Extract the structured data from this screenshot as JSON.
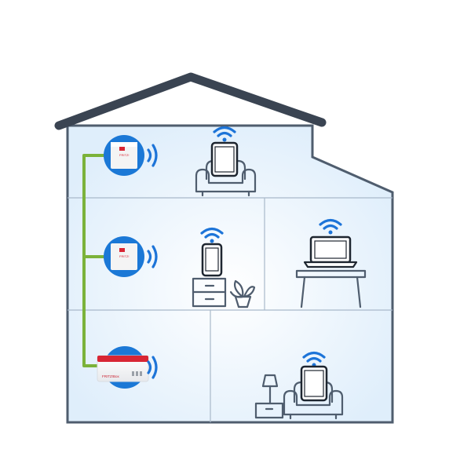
{
  "device_labels": {
    "repeater_top": "FRITZ!",
    "repeater_middle": "FRITZ!",
    "router": "FRITZ!Box"
  },
  "colors": {
    "roof": "#3a4452",
    "wall": "#4f5d6e",
    "room_fill": "#e6f1fb",
    "room_glow": "#ffffff",
    "cable": "#7bb23a",
    "wifi": "#1d74d8",
    "device_red": "#d82634",
    "circle_blue": "#1b78d6"
  },
  "icons": [
    "wifi-icon",
    "tablet-icon",
    "phone-icon",
    "laptop-icon",
    "armchair-icon",
    "plant-icon",
    "lamp-icon",
    "router-icon",
    "repeater-icon"
  ]
}
